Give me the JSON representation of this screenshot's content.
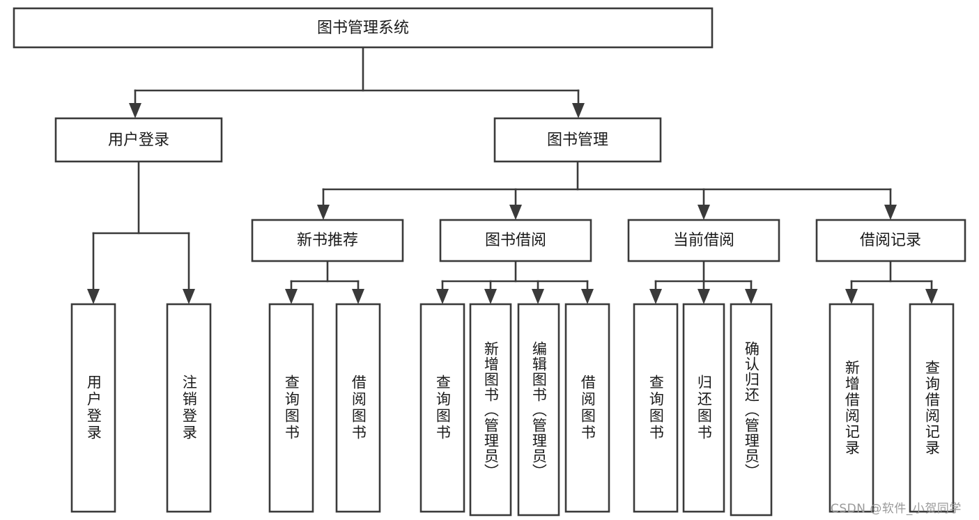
{
  "diagram": {
    "type": "tree-hierarchy-chart",
    "title": "图书管理系统",
    "root": {
      "label": "图书管理系统",
      "level": 1
    },
    "level2": [
      {
        "id": "user-login",
        "label": "用户登录"
      },
      {
        "id": "book-manage",
        "label": "图书管理"
      }
    ],
    "level3": [
      {
        "id": "new-book-rec",
        "label": "新书推荐",
        "parent": "book-manage"
      },
      {
        "id": "book-borrow",
        "label": "图书借阅",
        "parent": "book-manage"
      },
      {
        "id": "current-borrow",
        "label": "当前借阅",
        "parent": "book-manage"
      },
      {
        "id": "borrow-record",
        "label": "借阅记录",
        "parent": "book-manage"
      }
    ],
    "leaves": [
      {
        "id": "leaf-user-login",
        "label": "用户登录",
        "parent": "user-login"
      },
      {
        "id": "leaf-logout-login",
        "label": "注销登录",
        "parent": "user-login"
      },
      {
        "id": "leaf-query-book-1",
        "label": "查询图书",
        "parent": "new-book-rec"
      },
      {
        "id": "leaf-borrow-book-1",
        "label": "借阅图书",
        "parent": "new-book-rec"
      },
      {
        "id": "leaf-query-book-2",
        "label": "查询图书",
        "parent": "book-borrow"
      },
      {
        "id": "leaf-add-book",
        "label": "新增图书（管理员）",
        "parent": "book-borrow"
      },
      {
        "id": "leaf-edit-book",
        "label": "编辑图书（管理员）",
        "parent": "book-borrow"
      },
      {
        "id": "leaf-borrow-book-2",
        "label": "借阅图书",
        "parent": "book-borrow"
      },
      {
        "id": "leaf-query-book-3",
        "label": "查询图书",
        "parent": "current-borrow"
      },
      {
        "id": "leaf-return-book",
        "label": "归还图书",
        "parent": "current-borrow"
      },
      {
        "id": "leaf-confirm-return",
        "label": "确认归还（管理员）",
        "parent": "current-borrow"
      },
      {
        "id": "leaf-add-record",
        "label": "新增借阅记录",
        "parent": "borrow-record"
      },
      {
        "id": "leaf-query-record",
        "label": "查询借阅记录",
        "parent": "borrow-record"
      }
    ],
    "colors": {
      "stroke": "#3a3a3a",
      "fill": "#ffffff",
      "text": "#1a1a1a",
      "watermark": "#9a9a9a"
    }
  },
  "watermark": {
    "text": "CSDN @软件_小贺同学"
  }
}
